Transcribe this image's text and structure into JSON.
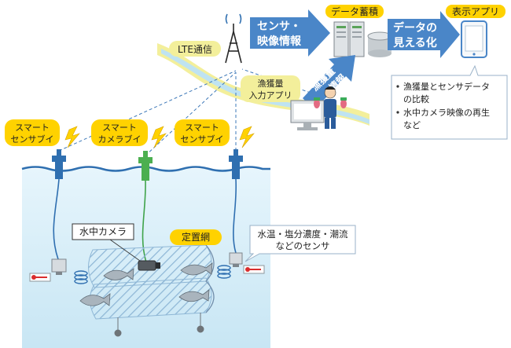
{
  "labels": {
    "data_storage": "データ蓄積",
    "display_app": "表示アプリ",
    "sensor_video_info": [
      "センサ・",
      "映像情報"
    ],
    "visualize_data": [
      "データの",
      "見える化"
    ],
    "lte": "LTE通信",
    "catch_input_app": [
      "漁獲量",
      "入力アプリ"
    ],
    "catch_info": [
      "漁獲量",
      "情報"
    ],
    "pi_sensor_left": [
      "スマート",
      "センサブイ"
    ],
    "pi_camera": [
      "スマート",
      "カメラブイ"
    ],
    "pi_sensor_right": [
      "スマート",
      "センサブイ"
    ],
    "underwater_camera": "水中カメラ",
    "fixed_net": "定置網",
    "sensors_callout": [
      "水温・塩分濃度・潮流",
      "などのセンサ"
    ],
    "notes": [
      "漁獲量とセンサデータ",
      "の比較",
      "水中カメラ映像の再生",
      "など"
    ]
  },
  "colors": {
    "arrow_blue": "#4a86c8",
    "badge_yellow": "#ffd200",
    "river_yellow": "#f3ef9b",
    "river_blue": "#bfe3f1",
    "water": "#d6eef8",
    "net_line": "#8fb7d6",
    "buoy_blue": "#2f6fb0",
    "buoy_green": "#4caf50"
  }
}
